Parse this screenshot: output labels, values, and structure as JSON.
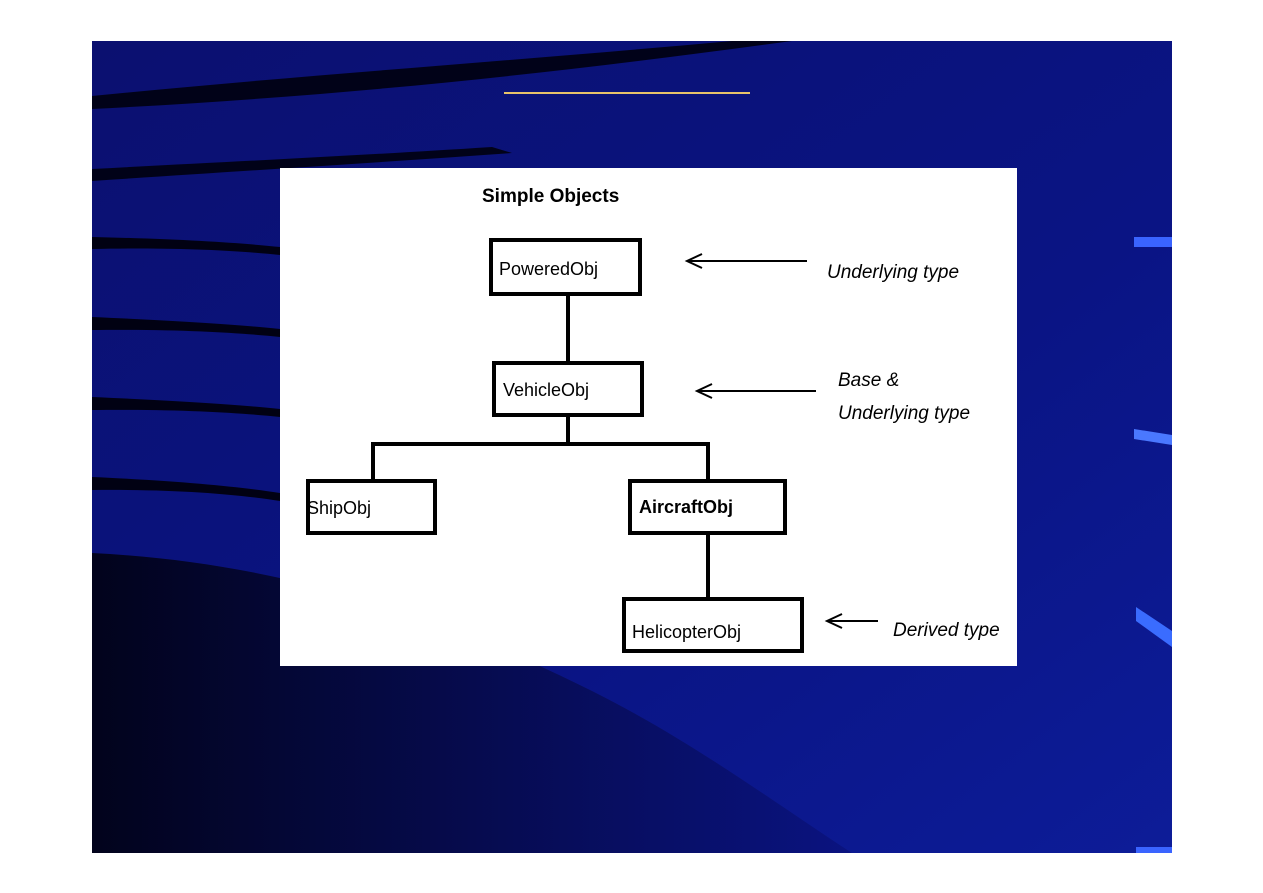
{
  "diagram": {
    "title": "Simple Objects",
    "nodes": {
      "powered": "PoweredObj",
      "vehicle": "VehicleObj",
      "ship": "ShipObj",
      "aircraft": "AircraftObj",
      "helicopter": "HelicopterObj"
    },
    "annotations": {
      "underlying": "Underlying type",
      "base_line1": "Base &",
      "base_line2": "Underlying type",
      "derived": "Derived type"
    }
  },
  "theme": {
    "slide_bg": "#0a0f6e",
    "accent_underline": "#e8c36a"
  }
}
